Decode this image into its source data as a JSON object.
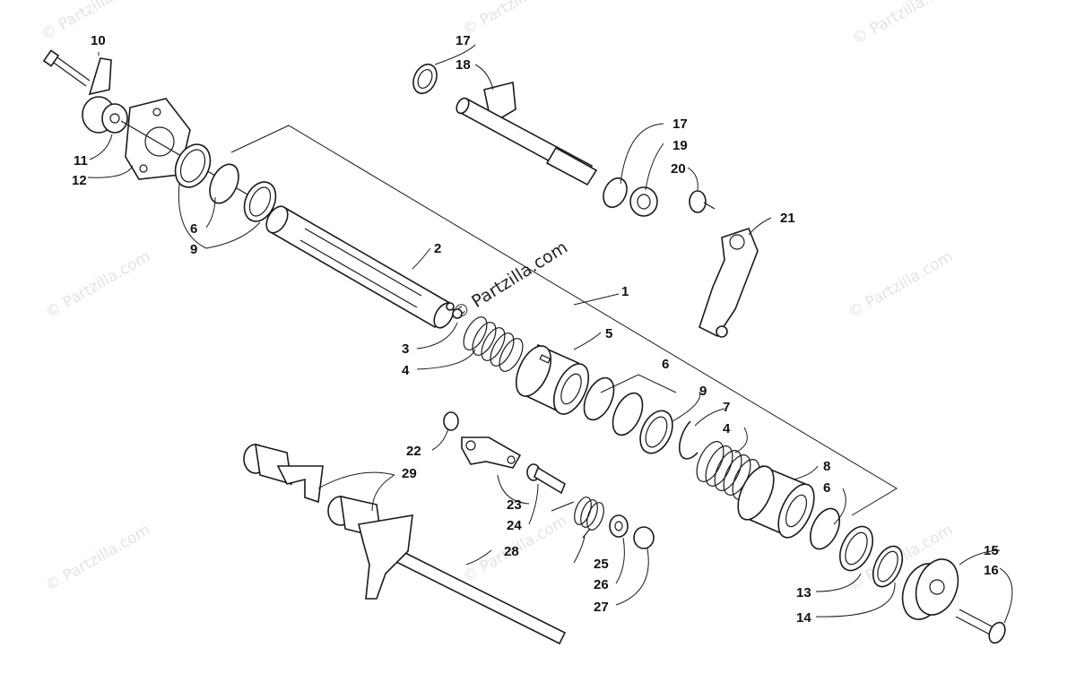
{
  "watermark": {
    "text": "© Partzilla.com",
    "main_text": "© Partzilla.com"
  },
  "callouts": {
    "c1": "1",
    "c2": "2",
    "c3": "3",
    "c4a": "4",
    "c4b": "4",
    "c5": "5",
    "c6a": "6",
    "c6b": "6",
    "c6c": "6",
    "c7": "7",
    "c8": "8",
    "c9a": "9",
    "c9b": "9",
    "c10": "10",
    "c11": "11",
    "c12": "12",
    "c13": "13",
    "c14": "14",
    "c15": "15",
    "c16": "16",
    "c17a": "17",
    "c17b": "17",
    "c18": "18",
    "c19": "19",
    "c20": "20",
    "c21": "21",
    "c22": "22",
    "c23": "23",
    "c24": "24",
    "c25": "25",
    "c26": "26",
    "c27": "27",
    "c28": "28",
    "c29": "29"
  }
}
